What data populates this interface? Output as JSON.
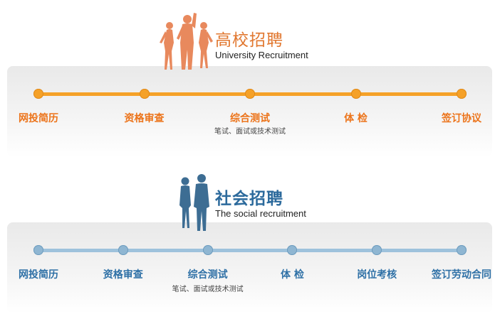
{
  "campus": {
    "title": "高校招聘",
    "subtitle": "University Recruitment",
    "accent": "#f5a128",
    "steps": [
      "网投简历",
      "资格审查",
      "综合测试",
      "体 检",
      "签订协议"
    ],
    "note": "笔试、面试或技术测试"
  },
  "social": {
    "title": "社会招聘",
    "subtitle": "The social recruitment",
    "accent": "#9ec2dc",
    "steps": [
      "网投简历",
      "资格审查",
      "综合测试",
      "体 检",
      "岗位考核",
      "签订劳动合同"
    ],
    "note": "笔试、面试或技术测试"
  }
}
